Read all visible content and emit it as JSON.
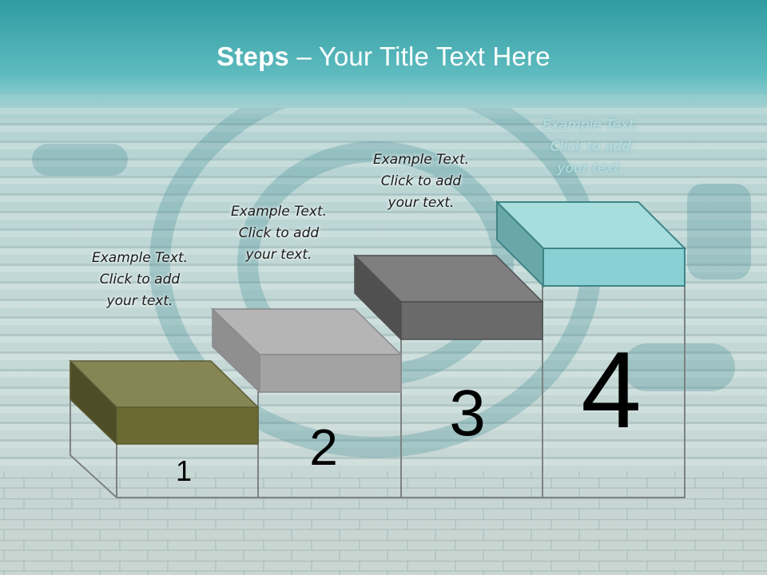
{
  "slide": {
    "title_bold": "Steps",
    "title_rest": " – Your Title Text Here",
    "steps": [
      {
        "number": "1",
        "caption": [
          "Example Text.",
          "Click  to add",
          "your text."
        ],
        "color": "#6b6a34"
      },
      {
        "number": "2",
        "caption": [
          "Example Text.",
          "Click  to add",
          "your text."
        ],
        "color": "#a6a6a6"
      },
      {
        "number": "3",
        "caption": [
          "Example Text.",
          "Click  to add",
          "your text."
        ],
        "color": "#6e6e6e"
      },
      {
        "number": "4",
        "caption": [
          "Example Text.",
          "Click  to add",
          "your text."
        ],
        "color": "#93d3d5"
      }
    ],
    "colors": {
      "header": "#3fa9ad",
      "background": "#b9cfcf"
    }
  }
}
